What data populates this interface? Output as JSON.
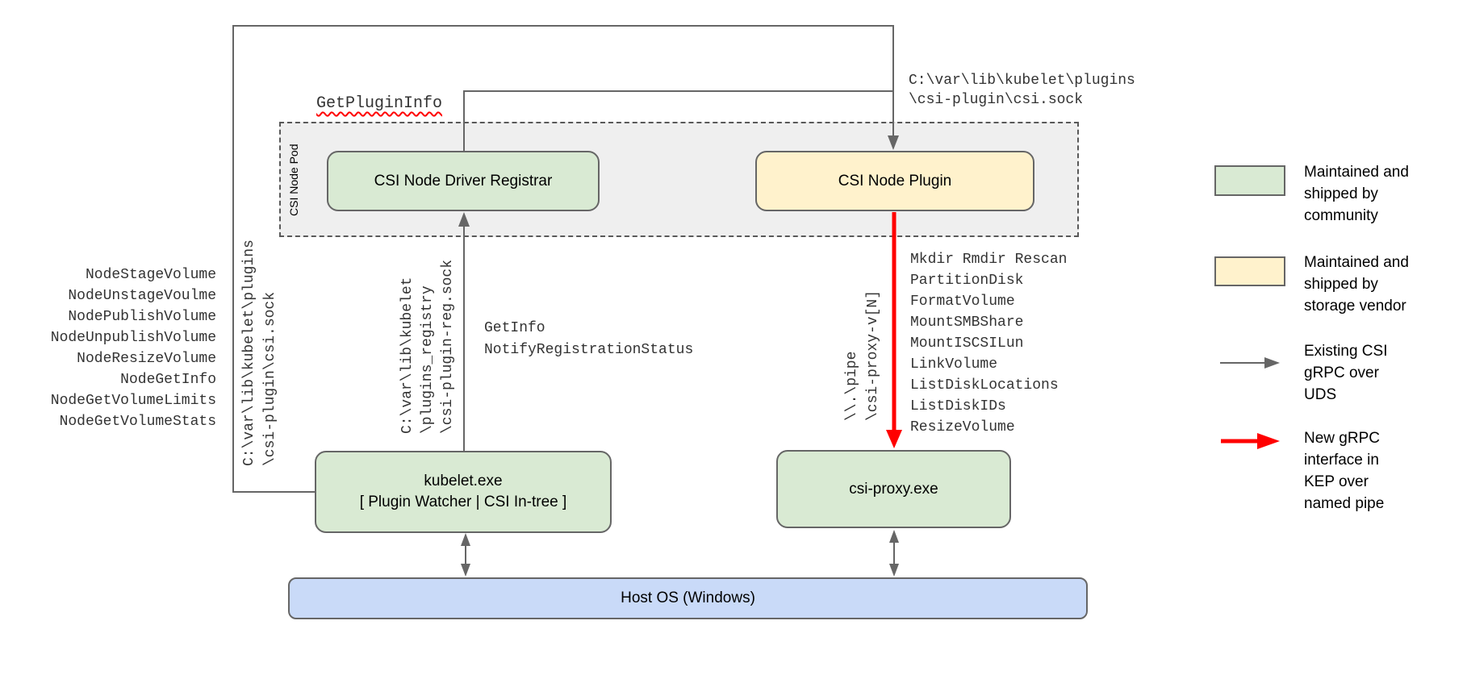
{
  "pod": {
    "label": "CSI Node Pod"
  },
  "boxes": {
    "registrar": "CSI Node Driver Registrar",
    "plugin": "CSI Node Plugin",
    "kubelet": "kubelet.exe\n[ Plugin Watcher | CSI In-tree ]",
    "csi_proxy": "csi-proxy.exe",
    "host_os": "Host OS (Windows)"
  },
  "edge_labels": {
    "get_plugin_info": "GetPluginInfo",
    "plugin_socket_path": "C:\\var\\lib\\kubelet\\plugins\n\\csi-plugin\\csi.sock",
    "plugin_socket_path_vertical": "C:\\var\\lib\\kubelet\\plugins\n\\csi-plugin\\csi.sock",
    "registration_socket_vertical": "C:\\var\\lib\\kubelet\n\\plugins_registry\n\\csi-plugin-reg.sock",
    "named_pipe_vertical": "\\\\.\\pipe\n\\csi-proxy-v[N]",
    "registration_calls": "GetInfo\nNotifyRegistrationStatus"
  },
  "kubelet_csi_calls": [
    "NodeStageVolume",
    "NodeUnstageVoulme",
    "NodePublishVolume",
    "NodeUnpublishVolume",
    "NodeResizeVolume",
    "NodeGetInfo",
    "NodeGetVolumeLimits",
    "NodeGetVolumeStats"
  ],
  "csi_proxy_calls": [
    "Mkdir Rmdir Rescan",
    "PartitionDisk",
    "FormatVolume",
    "MountSMBShare",
    "MountISCSILun",
    "LinkVolume",
    "ListDiskLocations",
    "ListDiskIDs",
    "ResizeVolume"
  ],
  "legend": {
    "community": "Maintained and\nshipped by\ncommunity",
    "vendor": "Maintained and\nshipped by\nstorage vendor",
    "existing_grpc": "Existing CSI\ngRPC over\nUDS",
    "new_grpc": "New gRPC\ninterface in\nKEP over\nnamed pipe"
  },
  "colors": {
    "community_green": "#d9ead3",
    "vendor_yellow": "#fff2cc",
    "host_blue": "#c9daf8",
    "pod_gray": "#efefef",
    "line_gray": "#666666",
    "new_grpc_red": "#ff0000"
  }
}
